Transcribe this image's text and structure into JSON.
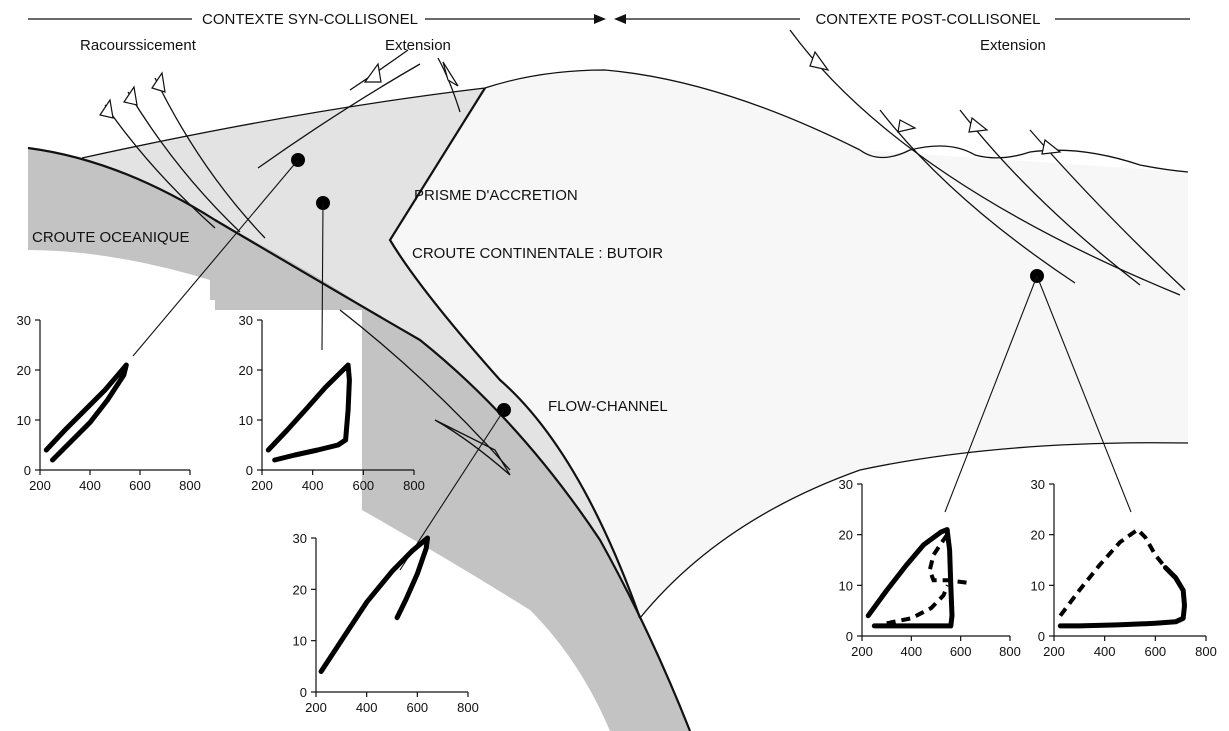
{
  "header": {
    "syn_collision": "CONTEXTE SYN-COLLISONEL",
    "post_collision": "CONTEXTE POST-COLLISONEL"
  },
  "labels": {
    "shortening": "Racourssicement",
    "extension_syn": "Extension",
    "extension_post": "Extension",
    "oceanic_crust": "CROUTE OCEANIQUE",
    "accretion_prism": "PRISME D'ACCRETION",
    "continental_crust": "CROUTE CONTINENTALE : BUTOIR",
    "flow_channel": "FLOW-CHANNEL"
  },
  "colors": {
    "oceanic_crust": "#c3c3c3",
    "accretion_prism": "#e3e3e3",
    "continental_crust": "#f7f7f7",
    "lines": "#111111"
  },
  "chart_data": [
    {
      "type": "line",
      "x_ticks": [
        "200",
        "400",
        "600",
        "800"
      ],
      "y_ticks": [
        "0",
        "10",
        "20",
        "30"
      ],
      "xlim": [
        200,
        800
      ],
      "ylim": [
        0,
        30
      ],
      "series": [
        {
          "style": "solid",
          "points": [
            [
              225,
              4
            ],
            [
              300,
              8
            ],
            [
              380,
              12
            ],
            [
              460,
              16
            ],
            [
              520,
              19.5
            ],
            [
              545,
              21
            ],
            [
              535,
              19
            ],
            [
              470,
              14
            ],
            [
              400,
              9.5
            ],
            [
              320,
              5.5
            ],
            [
              250,
              2
            ]
          ]
        }
      ]
    },
    {
      "type": "line",
      "x_ticks": [
        "200",
        "400",
        "600",
        "800"
      ],
      "y_ticks": [
        "0",
        "10",
        "20",
        "30"
      ],
      "xlim": [
        200,
        800
      ],
      "ylim": [
        0,
        30
      ],
      "series": [
        {
          "style": "solid",
          "points": [
            [
              225,
              4
            ],
            [
              300,
              8
            ],
            [
              380,
              12.5
            ],
            [
              450,
              16.5
            ],
            [
              510,
              19.5
            ],
            [
              540,
              21
            ],
            [
              545,
              18
            ],
            [
              540,
              12
            ],
            [
              530,
              6
            ],
            [
              500,
              5
            ],
            [
              420,
              4
            ],
            [
              330,
              3
            ],
            [
              250,
              2
            ]
          ]
        }
      ]
    },
    {
      "type": "line",
      "x_ticks": [
        "200",
        "400",
        "600",
        "800"
      ],
      "y_ticks": [
        "0",
        "10",
        "20",
        "30"
      ],
      "xlim": [
        200,
        800
      ],
      "ylim": [
        0,
        30
      ],
      "series": [
        {
          "style": "solid",
          "points": [
            [
              220,
              4
            ],
            [
              300,
              10
            ],
            [
              400,
              17.5
            ],
            [
              500,
              23.5
            ],
            [
              580,
              27.5
            ],
            [
              640,
              30
            ],
            [
              635,
              28
            ],
            [
              600,
              23
            ],
            [
              555,
              18
            ],
            [
              520,
              14.5
            ]
          ]
        }
      ]
    },
    {
      "type": "line",
      "x_ticks": [
        "200",
        "400",
        "600",
        "800"
      ],
      "y_ticks": [
        "0",
        "10",
        "20",
        "30"
      ],
      "xlim": [
        200,
        800
      ],
      "ylim": [
        0,
        30
      ],
      "series": [
        {
          "style": "solid",
          "points": [
            [
              225,
              4
            ],
            [
              300,
              9
            ],
            [
              380,
              14
            ],
            [
              450,
              18
            ],
            [
              520,
              20.5
            ],
            [
              545,
              21
            ],
            [
              555,
              17
            ],
            [
              560,
              10
            ],
            [
              565,
              4
            ],
            [
              560,
              2
            ],
            [
              480,
              2
            ],
            [
              380,
              2
            ],
            [
              250,
              2
            ]
          ]
        },
        {
          "style": "dashed",
          "points": [
            [
              545,
              20
            ],
            [
              490,
              16
            ],
            [
              475,
              13
            ],
            [
              490,
              11
            ],
            [
              550,
              11
            ],
            [
              630,
              10.5
            ]
          ]
        },
        {
          "style": "dashed",
          "points": [
            [
              300,
              2.5
            ],
            [
              400,
              3.5
            ],
            [
              480,
              5.5
            ],
            [
              530,
              8
            ],
            [
              548,
              10
            ]
          ]
        }
      ]
    },
    {
      "type": "line",
      "x_ticks": [
        "200",
        "400",
        "600",
        "800"
      ],
      "y_ticks": [
        "0",
        "10",
        "20",
        "30"
      ],
      "xlim": [
        200,
        800
      ],
      "ylim": [
        0,
        30
      ],
      "series": [
        {
          "style": "dashed",
          "points": [
            [
              225,
              4
            ],
            [
              300,
              9
            ],
            [
              380,
              14
            ],
            [
              460,
              18.5
            ],
            [
              530,
              21
            ],
            [
              560,
              19.5
            ],
            [
              600,
              16
            ],
            [
              640,
              13.5
            ]
          ]
        },
        {
          "style": "solid",
          "points": [
            [
              640,
              13.5
            ],
            [
              680,
              11.5
            ],
            [
              710,
              9
            ],
            [
              715,
              6
            ],
            [
              710,
              3.5
            ],
            [
              680,
              2.8
            ],
            [
              600,
              2.5
            ],
            [
              450,
              2.2
            ],
            [
              300,
              2
            ],
            [
              225,
              2
            ]
          ]
        }
      ]
    }
  ]
}
